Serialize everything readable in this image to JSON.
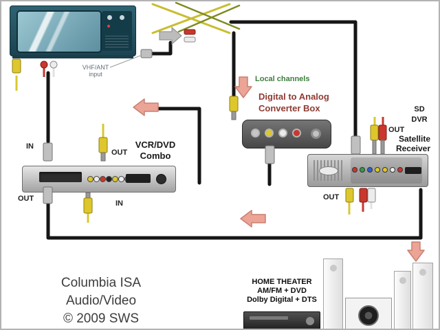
{
  "title": "Audio/Video hookup wiring diagram",
  "labels": {
    "vhf_ant": "VHF/ANT\ninput",
    "local_channels": "Local channels",
    "converter_box": "Digital to Analog\nConverter Box",
    "sd_dvr": "SD\nDVR",
    "satellite_receiver": "Satellite\nReceiver",
    "vcr_combo": "VCR/DVD\nCombo",
    "vcr_in_top": "IN",
    "vcr_out_top": "OUT",
    "vcr_out_bottom": "OUT",
    "vcr_in_bottom": "IN",
    "receiver_out_top": "OUT",
    "receiver_out_bottom": "OUT",
    "home_theater": "HOME THEATER\nAM/FM + DVD\nDolby Digital + DTS"
  },
  "credit": [
    "Columbia ISA",
    "Audio/Video",
    "© 2009 SWS"
  ],
  "components": [
    "tv",
    "antenna",
    "vcr-dvd-combo",
    "digital-to-analog-converter-box",
    "satellite-receiver",
    "home-theater-system",
    "subwoofer",
    "tower-speakers",
    "av-receiver"
  ],
  "colors": {
    "cable_black": "#161616",
    "rca_yellow": "#ddc72c",
    "rca_red": "#c9372e",
    "rca_white": "#ececec",
    "arrow_salmon": "#eba496",
    "local_channels_green": "#3f7d3f",
    "converter_text_maroon": "#8e3b32",
    "tv_body_teal": "#275a69",
    "tv_screen_teal": "#7fb0bd",
    "antenna_yellow": "#c9bd2e",
    "antenna_olive": "#7e8b21",
    "frame_gray": "#b3b3b3"
  }
}
